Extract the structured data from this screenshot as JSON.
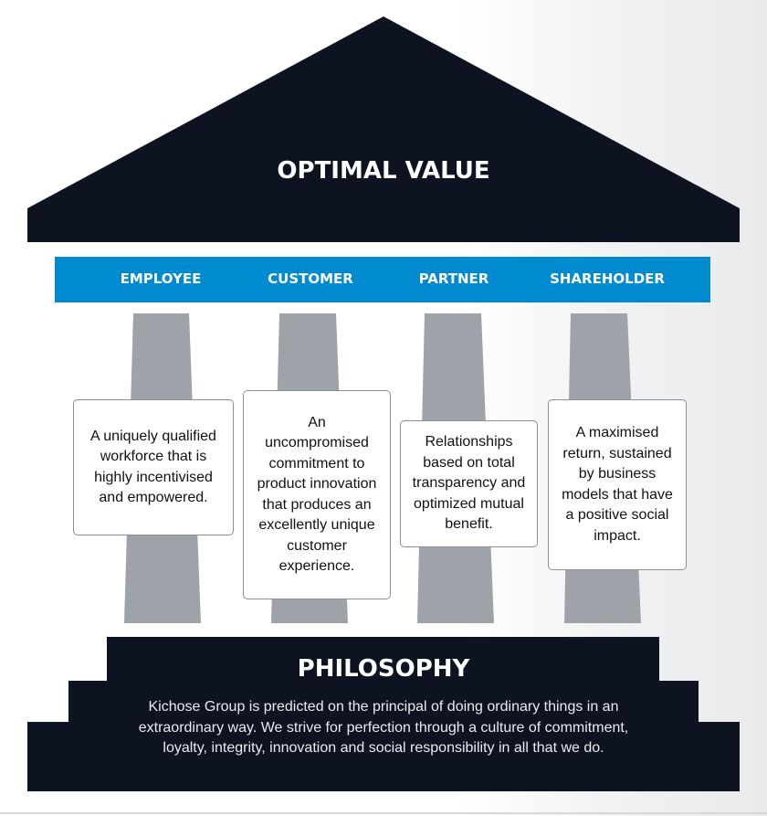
{
  "roof": {
    "title": "OPTIMAL VALUE"
  },
  "pillars": [
    {
      "label": "EMPLOYEE",
      "text": "A uniquely qualified workforce that is highly incentivised and empowered."
    },
    {
      "label": "CUSTOMER",
      "text": "An uncompromised commitment to product innovation that produces an excellently unique customer experience."
    },
    {
      "label": "PARTNER",
      "text": "Relationships based on total transparency and optimized mutual benefit."
    },
    {
      "label": "SHAREHOLDER",
      "text": "A maximised return, sustained by business models that have a positive social impact."
    }
  ],
  "foundation": {
    "title": "PHILOSOPHY",
    "text": "Kichose Group is predicted on the principal of doing ordinary things in an extraordinary way. We strive for perfection through a culture of commitment, loyalty, integrity, innovation and social responsibility in all that we do."
  },
  "colors": {
    "dark": "#0d1320",
    "blue": "#008bd0",
    "pillar": "#9da3a9"
  }
}
